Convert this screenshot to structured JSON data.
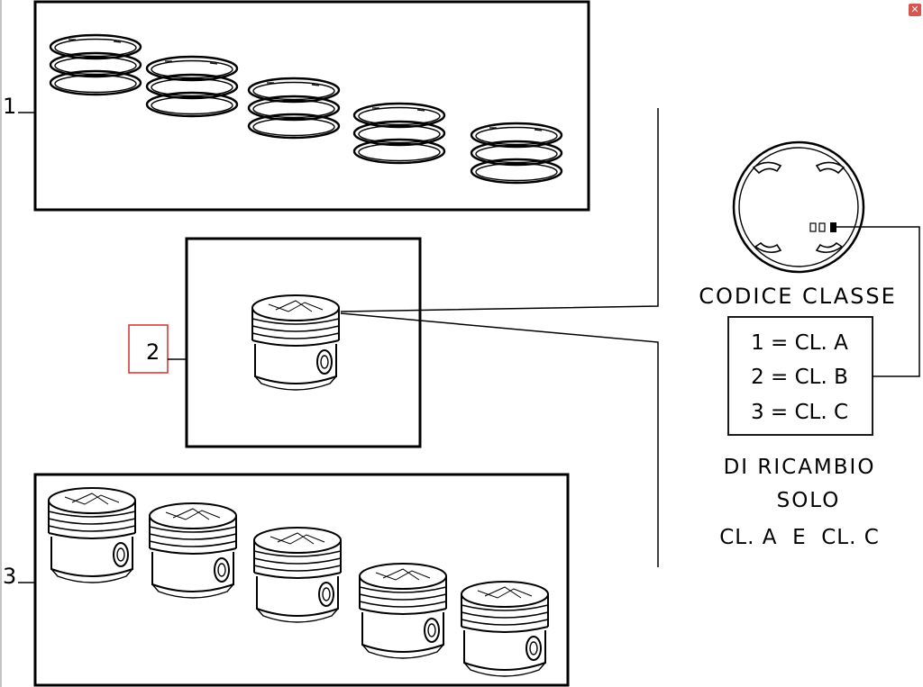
{
  "callouts": {
    "rings_set": "1",
    "single_piston": "2",
    "pistons_set": "3"
  },
  "detail": {
    "title": "CODICE CLASSE",
    "class_table": [
      "1 = CL. A",
      "2 = CL. B",
      "3 = CL. C"
    ],
    "note_lines": [
      "DI RICAMBIO",
      "SOLO",
      "CL. A  E  CL. C"
    ]
  },
  "window": {
    "close_glyph": "✕"
  },
  "colors": {
    "line": "#000000",
    "highlight": "#d32f2f",
    "close_button": "#d9534f"
  }
}
